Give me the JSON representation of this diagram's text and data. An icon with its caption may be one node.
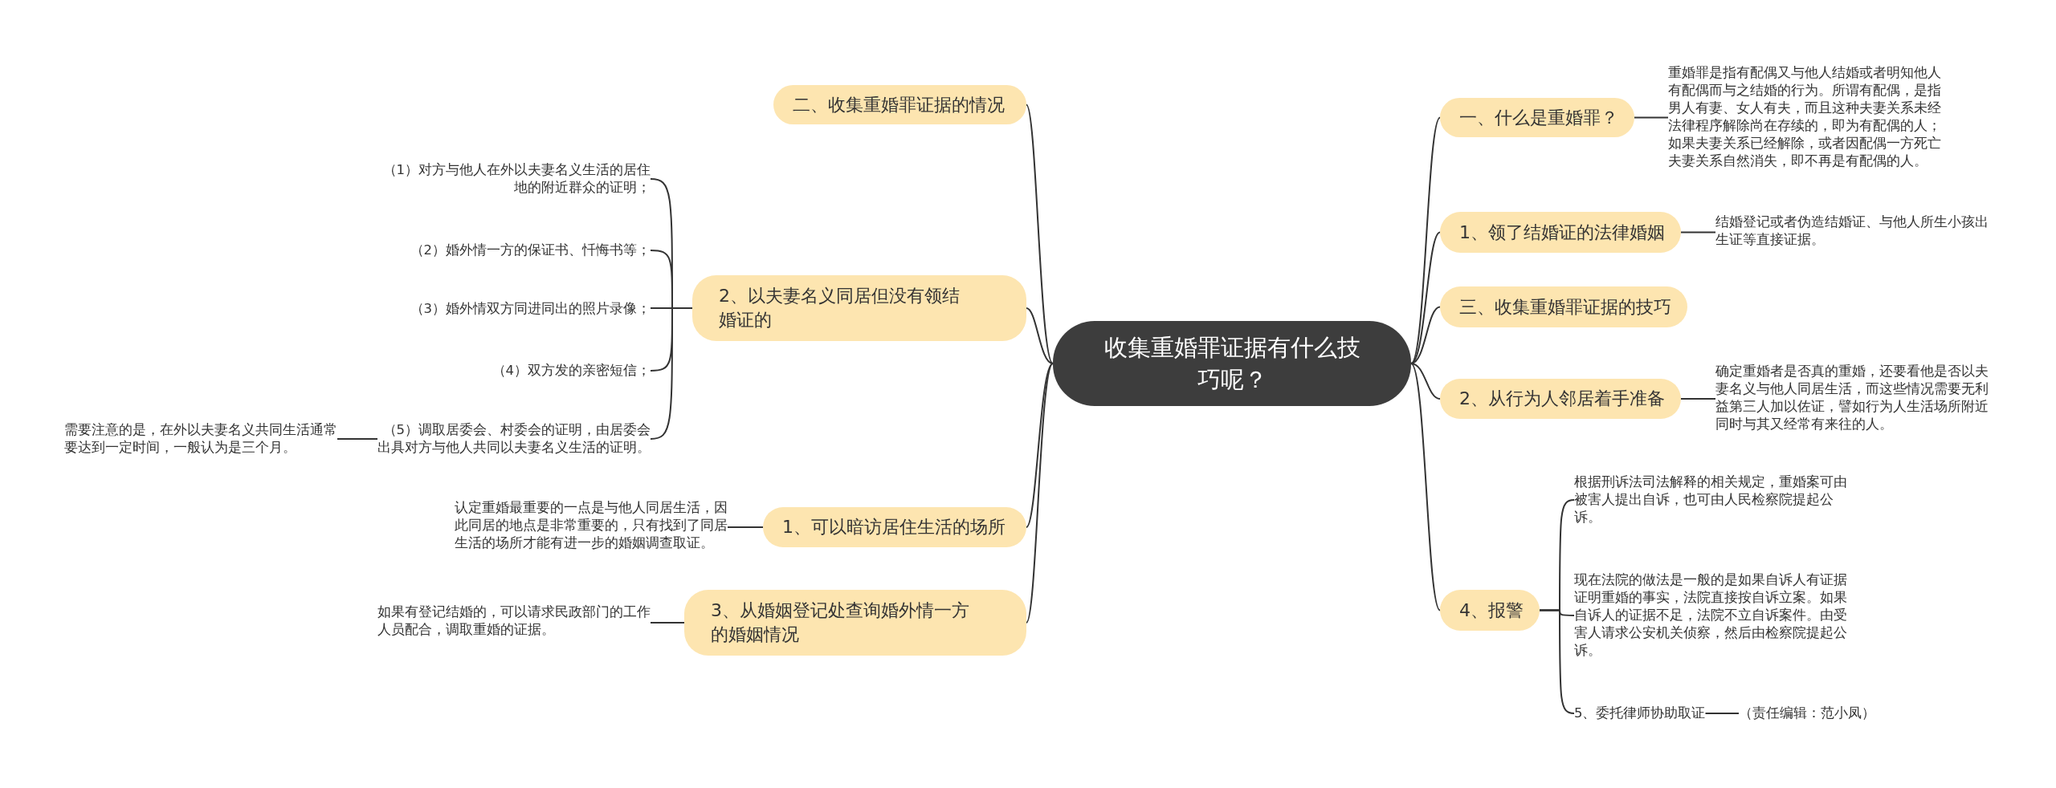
{
  "diagram": {
    "nodes": [
      {
        "text": [
          "收集重婚罪证据有什么技巧呢？"
        ]
      },
      {
        "text": [
          "二、收集重婚罪证据的情况"
        ]
      },
      {
        "text": [
          "2、以夫妻名义同居但没有领结婚证的"
        ]
      },
      {
        "text": [
          "（1）对方与他人在外以夫妻名义生活的居住地的附近群众的证明；"
        ]
      },
      {
        "text": [
          "（2）婚外情一方的保证书、忏悔书等；"
        ]
      },
      {
        "text": [
          "（3）婚外情双方同进同出的照片录像；"
        ]
      },
      {
        "text": [
          "（4）双方发的亲密短信；"
        ]
      },
      {
        "text": [
          "（5）调取居委会、村委会的证明，由居委会出具对方与他人共同以夫妻名义生活的证明。"
        ]
      },
      {
        "text": [
          "需要注意的是，在外以夫妻名义共同生活通常要达到一定时间，一般认为是三个月。"
        ]
      },
      {
        "text": [
          "1、可以暗访居住生活的场所"
        ]
      },
      {
        "text": [
          "认定重婚最重要的一点是与他人同居生活，因此同居的地点是非常重要的，只有找到了同居生活的场所才能有进一步的婚姻调查取证。"
        ]
      },
      {
        "text": [
          "3、从婚姻登记处查询婚外情一方的婚姻情况"
        ]
      },
      {
        "text": [
          "如果有登记结婚的，可以请求民政部门的工作人员配合，调取重婚的证据。"
        ]
      },
      {
        "text": [
          "一、什么是重婚罪？"
        ]
      },
      {
        "text": [
          "重婚罪是指有配偶又与他人结婚或者明知他人有配偶而与之结婚的行为。所谓有配偶，是指男人有妻、女人有夫，而且这种夫妻关系未经法律程序解除尚在存续的，即为有配偶的人；如果夫妻关系已经解除，或者因配偶一方死亡夫妻关系自然消失，即不再是有配偶的人。"
        ]
      },
      {
        "text": [
          "1、领了结婚证的法律婚姻"
        ]
      },
      {
        "text": [
          "结婚登记或者伪造结婚证、与他人所生小孩出生证等直接证据。"
        ]
      },
      {
        "text": [
          "三、收集重婚罪证据的技巧"
        ]
      },
      {
        "text": [
          "2、从行为人邻居着手准备"
        ]
      },
      {
        "text": [
          "确定重婚者是否真的重婚，还要看他是否以夫妻名义与他人同居生活，而这些情况需要无利益第三人加以佐证，譬如行为人生活场所附近同时与其又经常有来往的人。"
        ]
      },
      {
        "text": [
          "4、报警"
        ]
      },
      {
        "text": [
          "根据刑诉法司法解释的相关规定，重婚案可由被害人提出自诉，也可由人民检察院提起公诉。"
        ]
      },
      {
        "text": [
          "现在法院的做法是一般的是如果自诉人有证据证明重婚的事实，法院直接按自诉立案。如果自诉人的证据不足，法院不立自诉案件。由受害人请求公安机关侦察，然后由检察院提起公诉。"
        ]
      },
      {
        "text": [
          "5、委托律师协助取证"
        ]
      },
      {
        "text": [
          "（责任编辑：范小凤）"
        ]
      }
    ],
    "edges": [
      {
        "from": 0,
        "to": 1,
        "arrow": "none"
      },
      {
        "from": 0,
        "to": 2,
        "arrow": "none"
      },
      {
        "from": 2,
        "to": 3,
        "arrow": "none"
      },
      {
        "from": 2,
        "to": 4,
        "arrow": "none"
      },
      {
        "from": 2,
        "to": 5,
        "arrow": "none"
      },
      {
        "from": 2,
        "to": 6,
        "arrow": "none"
      },
      {
        "from": 2,
        "to": 7,
        "arrow": "none"
      },
      {
        "from": 7,
        "to": 8,
        "arrow": "none"
      },
      {
        "from": 0,
        "to": 9,
        "arrow": "none"
      },
      {
        "from": 9,
        "to": 10,
        "arrow": "none"
      },
      {
        "from": 0,
        "to": 11,
        "arrow": "none"
      },
      {
        "from": 11,
        "to": 12,
        "arrow": "none"
      },
      {
        "from": 0,
        "to": 13,
        "arrow": "none"
      },
      {
        "from": 13,
        "to": 14,
        "arrow": "none"
      },
      {
        "from": 0,
        "to": 15,
        "arrow": "none"
      },
      {
        "from": 15,
        "to": 16,
        "arrow": "none"
      },
      {
        "from": 0,
        "to": 17,
        "arrow": "none"
      },
      {
        "from": 0,
        "to": 18,
        "arrow": "none"
      },
      {
        "from": 18,
        "to": 19,
        "arrow": "none"
      },
      {
        "from": 0,
        "to": 20,
        "arrow": "none"
      },
      {
        "from": 20,
        "to": 21,
        "arrow": "none"
      },
      {
        "from": 20,
        "to": 22,
        "arrow": "none"
      },
      {
        "from": 20,
        "to": 23,
        "arrow": "none"
      },
      {
        "from": 23,
        "to": 24,
        "arrow": "none"
      }
    ]
  }
}
